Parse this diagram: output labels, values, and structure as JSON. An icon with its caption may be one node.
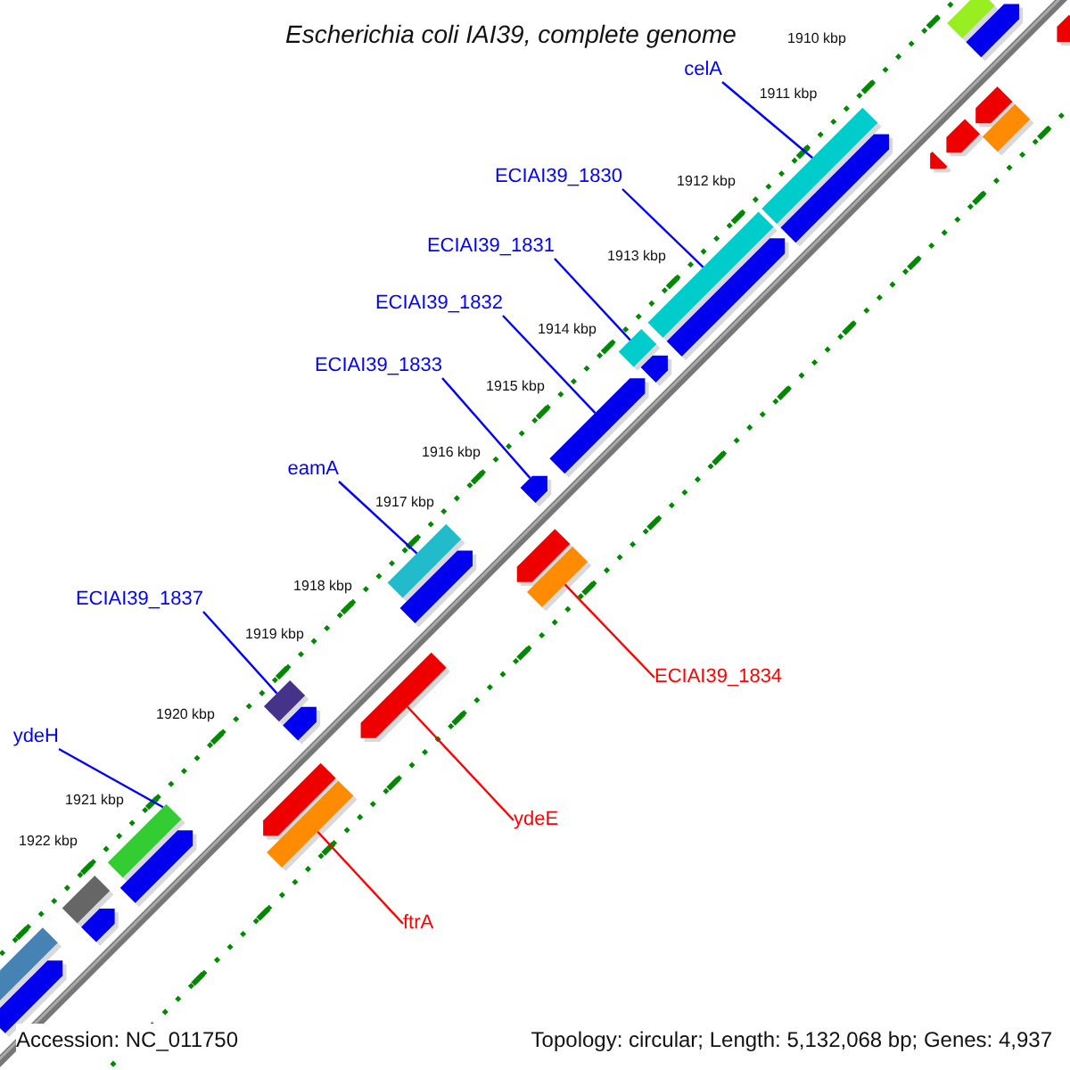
{
  "diagram": {
    "title": "Escherichia coli IAI39, complete genome",
    "nodes": [
      {
        "text": [
          "celA"
        ]
      },
      {
        "text": [
          "ECIAI39_1830"
        ]
      },
      {
        "text": [
          "ECIAI39_1831"
        ]
      },
      {
        "text": [
          "ECIAI39_1832"
        ]
      },
      {
        "text": [
          "ECIAI39_1833"
        ]
      },
      {
        "text": [
          "eamA"
        ]
      },
      {
        "text": [
          "ECIAI39_1837"
        ]
      },
      {
        "text": [
          "ydeH"
        ]
      },
      {
        "text": [
          "ECIAI39_1834"
        ]
      },
      {
        "text": [
          "ydeE"
        ]
      },
      {
        "text": [
          "ftrA"
        ]
      },
      {
        "text": [],
        "shape": "bar"
      },
      {
        "text": [],
        "shape": "bar"
      },
      {
        "text": [],
        "shape": "bar"
      },
      {
        "text": [],
        "shape": "bar"
      },
      {
        "text": [],
        "shape": "bar"
      },
      {
        "text": [],
        "shape": "bar"
      },
      {
        "text": [],
        "shape": "bar"
      },
      {
        "text": [],
        "shape": "bar"
      },
      {
        "text": [],
        "shape": "bar"
      },
      {
        "text": [],
        "shape": "bar"
      },
      {
        "text": [],
        "shape": "bar"
      },
      {
        "text": [],
        "shape": "bar"
      },
      {
        "text": [],
        "shape": "bar"
      },
      {
        "text": [],
        "shape": "bar"
      },
      {
        "text": [],
        "shape": "bar"
      },
      {
        "text": [],
        "shape": "bar"
      },
      {
        "text": [],
        "shape": "bar"
      },
      {
        "text": [],
        "shape": "bar"
      },
      {
        "text": [],
        "shape": "bar"
      },
      {
        "text": [],
        "shape": "bar"
      },
      {
        "text": [],
        "shape": "bar"
      },
      {
        "text": [],
        "shape": "bar"
      },
      {
        "text": [],
        "shape": "bar"
      },
      {
        "text": [],
        "shape": "bar"
      },
      {
        "text": [],
        "shape": "bar"
      },
      {
        "text": [],
        "shape": "bar"
      },
      {
        "text": [],
        "shape": "bar"
      },
      {
        "text": [],
        "shape": "bar"
      },
      {
        "text": [],
        "shape": "bar"
      },
      {
        "text": [],
        "shape": "bar"
      }
    ],
    "edges": [
      {
        "from": 0,
        "to": 16,
        "arrow": "none"
      },
      {
        "from": 1,
        "to": 20,
        "arrow": "none"
      },
      {
        "from": 2,
        "to": 22,
        "arrow": "none"
      },
      {
        "from": 3,
        "to": 24,
        "arrow": "none"
      },
      {
        "from": 4,
        "to": 25,
        "arrow": "none"
      },
      {
        "from": 5,
        "to": 26,
        "arrow": "none"
      },
      {
        "from": 6,
        "to": 31,
        "arrow": "none"
      },
      {
        "from": 7,
        "to": 35,
        "arrow": "none"
      },
      {
        "from": 8,
        "to": 29,
        "arrow": "none",
        "color": "#ff0000"
      },
      {
        "from": 9,
        "to": 30,
        "arrow": "none",
        "color": "#ff0000"
      },
      {
        "from": 10,
        "to": 34,
        "arrow": "none",
        "color": "#ff0000"
      }
    ],
    "labels": [
      "1910 kbp",
      "1911 kbp",
      "1912 kbp",
      "1913 kbp",
      "1914 kbp",
      "1915 kbp",
      "1916 kbp",
      "1917 kbp",
      "1918 kbp",
      "1919 kbp",
      "1920 kbp",
      "1921 kbp",
      "1922 kbp",
      "Accession: NC_011750",
      "Topology: circular; Length: 5,132,068 bp; Genes: 4,937"
    ]
  }
}
